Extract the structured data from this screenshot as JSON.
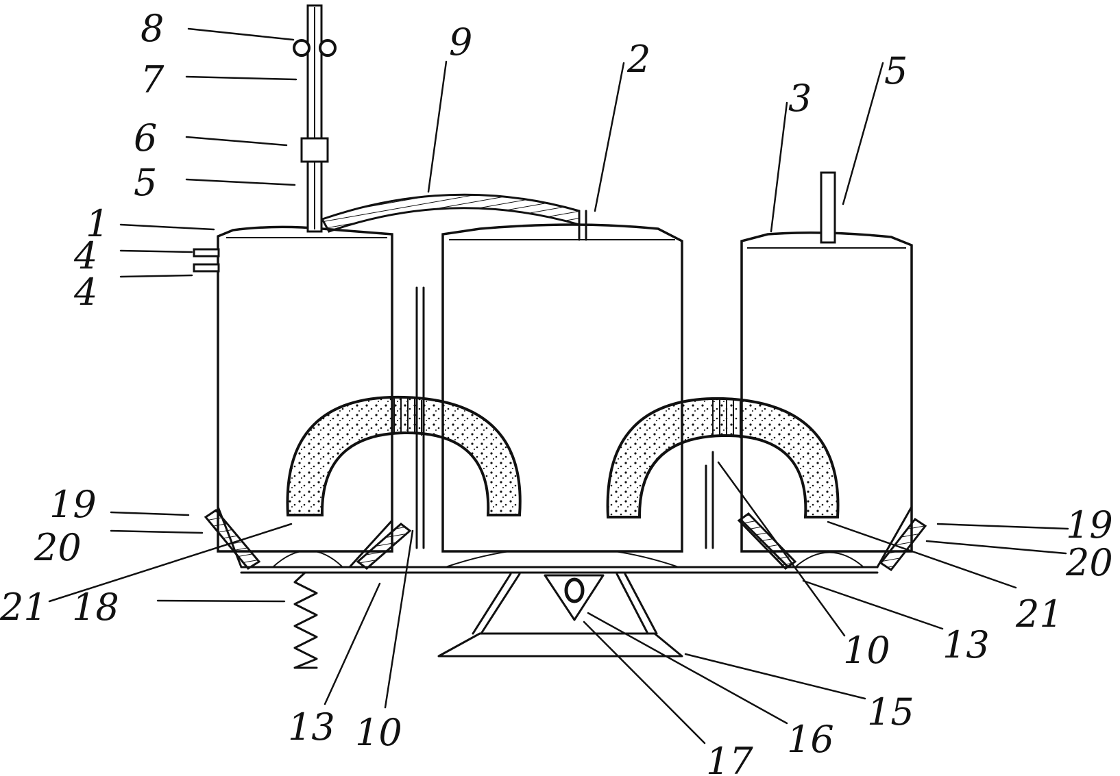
{
  "labels": {
    "l1": "1",
    "l2": "2",
    "l3": "3",
    "l4a": "4",
    "l4b": "4",
    "l5_left": "5",
    "l5_right": "5",
    "l6": "6",
    "l7": "7",
    "l8": "8",
    "l9": "9",
    "l10_bottom": "10",
    "l10_right": "10",
    "l13_bottom": "13",
    "l13_right": "13",
    "l15": "15",
    "l16": "16",
    "l17": "17",
    "l18": "18",
    "l19_left": "19",
    "l19_right": "19",
    "l20_left": "20",
    "l20_right": "20",
    "l21_left": "21",
    "l21_right": "21"
  }
}
